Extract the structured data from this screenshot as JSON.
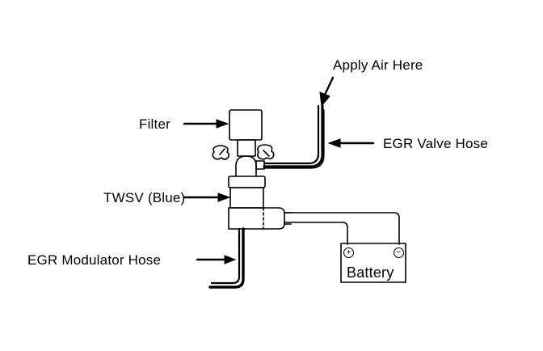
{
  "diagram": {
    "title": "",
    "labels": {
      "apply_air": "Apply Air Here",
      "filter": "Filter",
      "egr_valve_hose": "EGR Valve Hose",
      "twsv": "TWSV (Blue)",
      "egr_modulator_hose": "EGR Modulator Hose",
      "battery": "Battery"
    },
    "battery_terminals": {
      "positive": "+",
      "negative": "−"
    },
    "line_color": "#000000",
    "background": "#ffffff"
  }
}
